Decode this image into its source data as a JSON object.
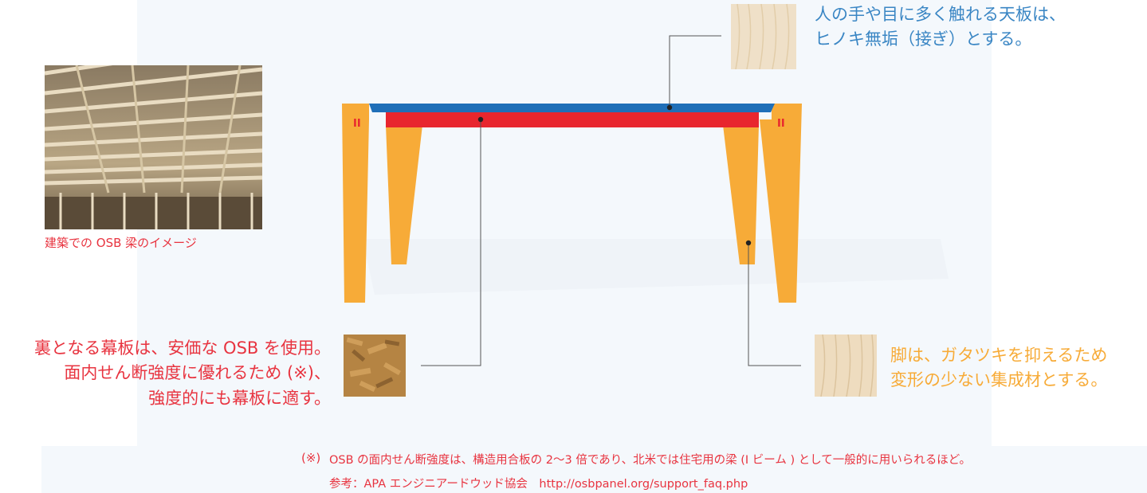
{
  "callouts": {
    "top_board": {
      "lines": [
        "人の手や目に多く触れる天板は、",
        "ヒノキ無垢（接ぎ）とする。"
      ],
      "color": "#3a86c4"
    },
    "apron": {
      "lines": [
        "裏となる幕板は、安価な OSB を使用。",
        "面内せん断強度に優れるため (※)、",
        "強度的にも幕板に適す。"
      ],
      "color": "#e83440"
    },
    "legs": {
      "lines": [
        "脚は、ガタツキを抑えるため",
        "変形の少ない集成材とする。"
      ],
      "color": "#f7ab38"
    }
  },
  "photo_caption": "建築での OSB 梁のイメージ",
  "footnote": {
    "marker": "(※)",
    "text": "OSB の面内せん断強度は、構造用合板の 2〜3 倍であり、北米では住宅用の梁 (I ビーム ) として一般的に用いられるほど。",
    "reference": "参考：APA エンジニアードウッド協会　http://osbpanel.org/support_faq.php"
  },
  "joint_marks": {
    "left": "II",
    "right": "II"
  },
  "colors": {
    "top_board": "#1f6fb8",
    "apron": "#e8262e",
    "legs": "#f7ab38",
    "leader": "#555555"
  },
  "icons": {
    "hinoki_swatch": "wood-texture-light",
    "osb_swatch": "osb-texture",
    "glulam_swatch": "wood-texture-pale",
    "photo": "timber-frame-ceiling"
  }
}
